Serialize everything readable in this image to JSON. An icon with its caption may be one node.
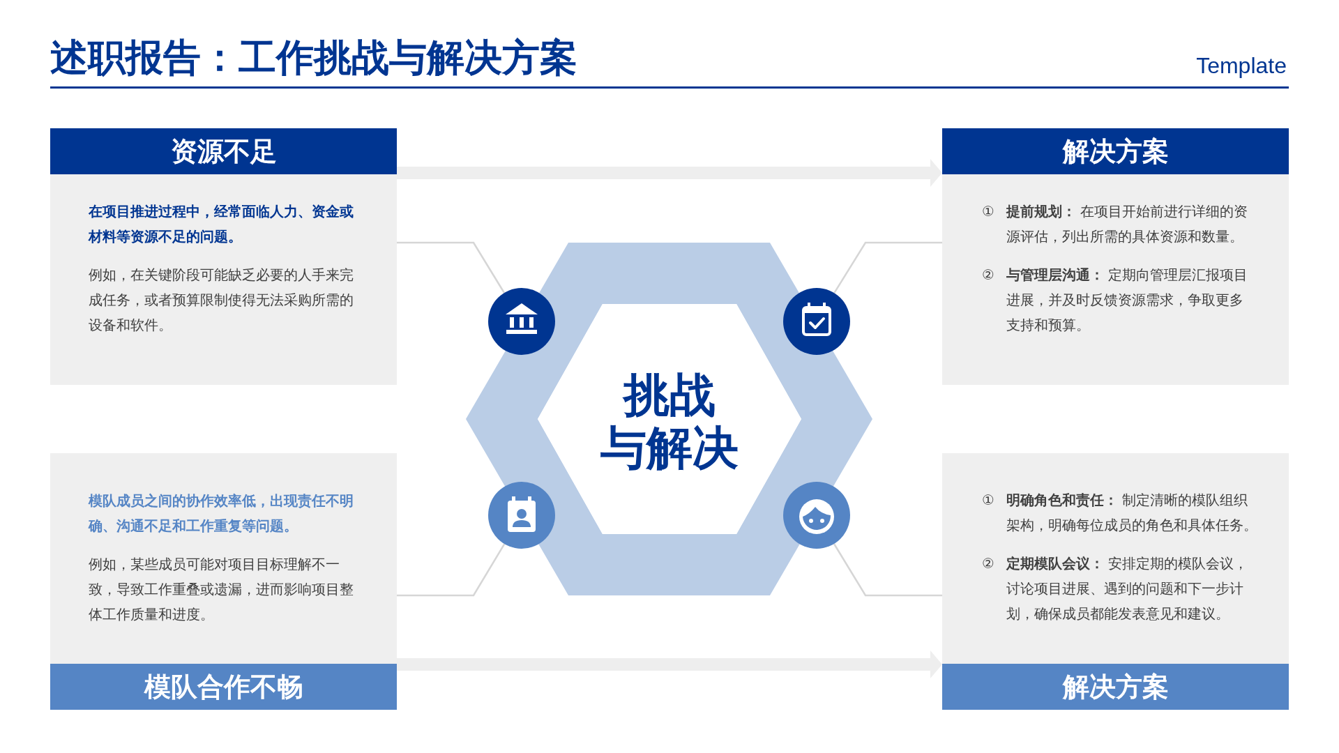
{
  "diagram": {
    "title": "述职报告：工作挑战与解决方案",
    "nodes": [
      {
        "text": [
          "资源不足",
          "在项目推进过程中，经常面临人力、资金或材料等资源不足的问题。",
          "例如，在关键阶段可能缺乏必要的人手来完成任务，或者预算限制使得无法采购所需的设备和软件。"
        ]
      },
      {
        "text": [
          "解决方案",
          "①",
          "**提前规划：** 在项目开始前进行详细的资源评估，列出所需的具体资源和数量。",
          "②",
          "**与管理层沟通：** 定期向管理层汇报项目进展，并及时反馈资源需求，争取更多支持和预算。"
        ]
      },
      {
        "text": [
          "模队成员之间的协作效率低，出现责任不明确、沟通不足和工作重复等问题。",
          "例如，某些成员可能对项目目标理解不一致，导致工作重叠或遗漏，进而影响项目整体工作质量和进度。",
          "模队合作不畅"
        ]
      },
      {
        "text": [
          "①",
          "**明确角色和责任：** 制定清晰的模队组织架构，明确每位成员的角色和具体任务。",
          "②",
          "**定期模队会议：** 安排定期的模队会议，讨论项目进展、遇到的问题和下一步计划，确保成员都能发表意见和建议。",
          "解决方案"
        ]
      },
      {
        "text": [
          "挑战与解决"
        ]
      },
      {
        "text": [],
        "shape": "circle"
      },
      {
        "text": [],
        "shape": "circle"
      },
      {
        "text": [],
        "shape": "circle"
      },
      {
        "text": [],
        "shape": "circle"
      }
    ],
    "edges": [
      {
        "from": 0,
        "to": 1,
        "arrow": "to",
        "style": "thick",
        "color": "#eeeeee"
      },
      {
        "from": 2,
        "to": 3,
        "arrow": "to",
        "style": "thick",
        "color": "#eeeeee"
      },
      {
        "from": 0,
        "to": 5,
        "arrow": "none"
      },
      {
        "from": 1,
        "to": 6,
        "arrow": "none"
      },
      {
        "from": 2,
        "to": 7,
        "arrow": "none"
      },
      {
        "from": 3,
        "to": 8,
        "arrow": "none"
      }
    ],
    "labels": [
      "Template"
    ]
  }
}
